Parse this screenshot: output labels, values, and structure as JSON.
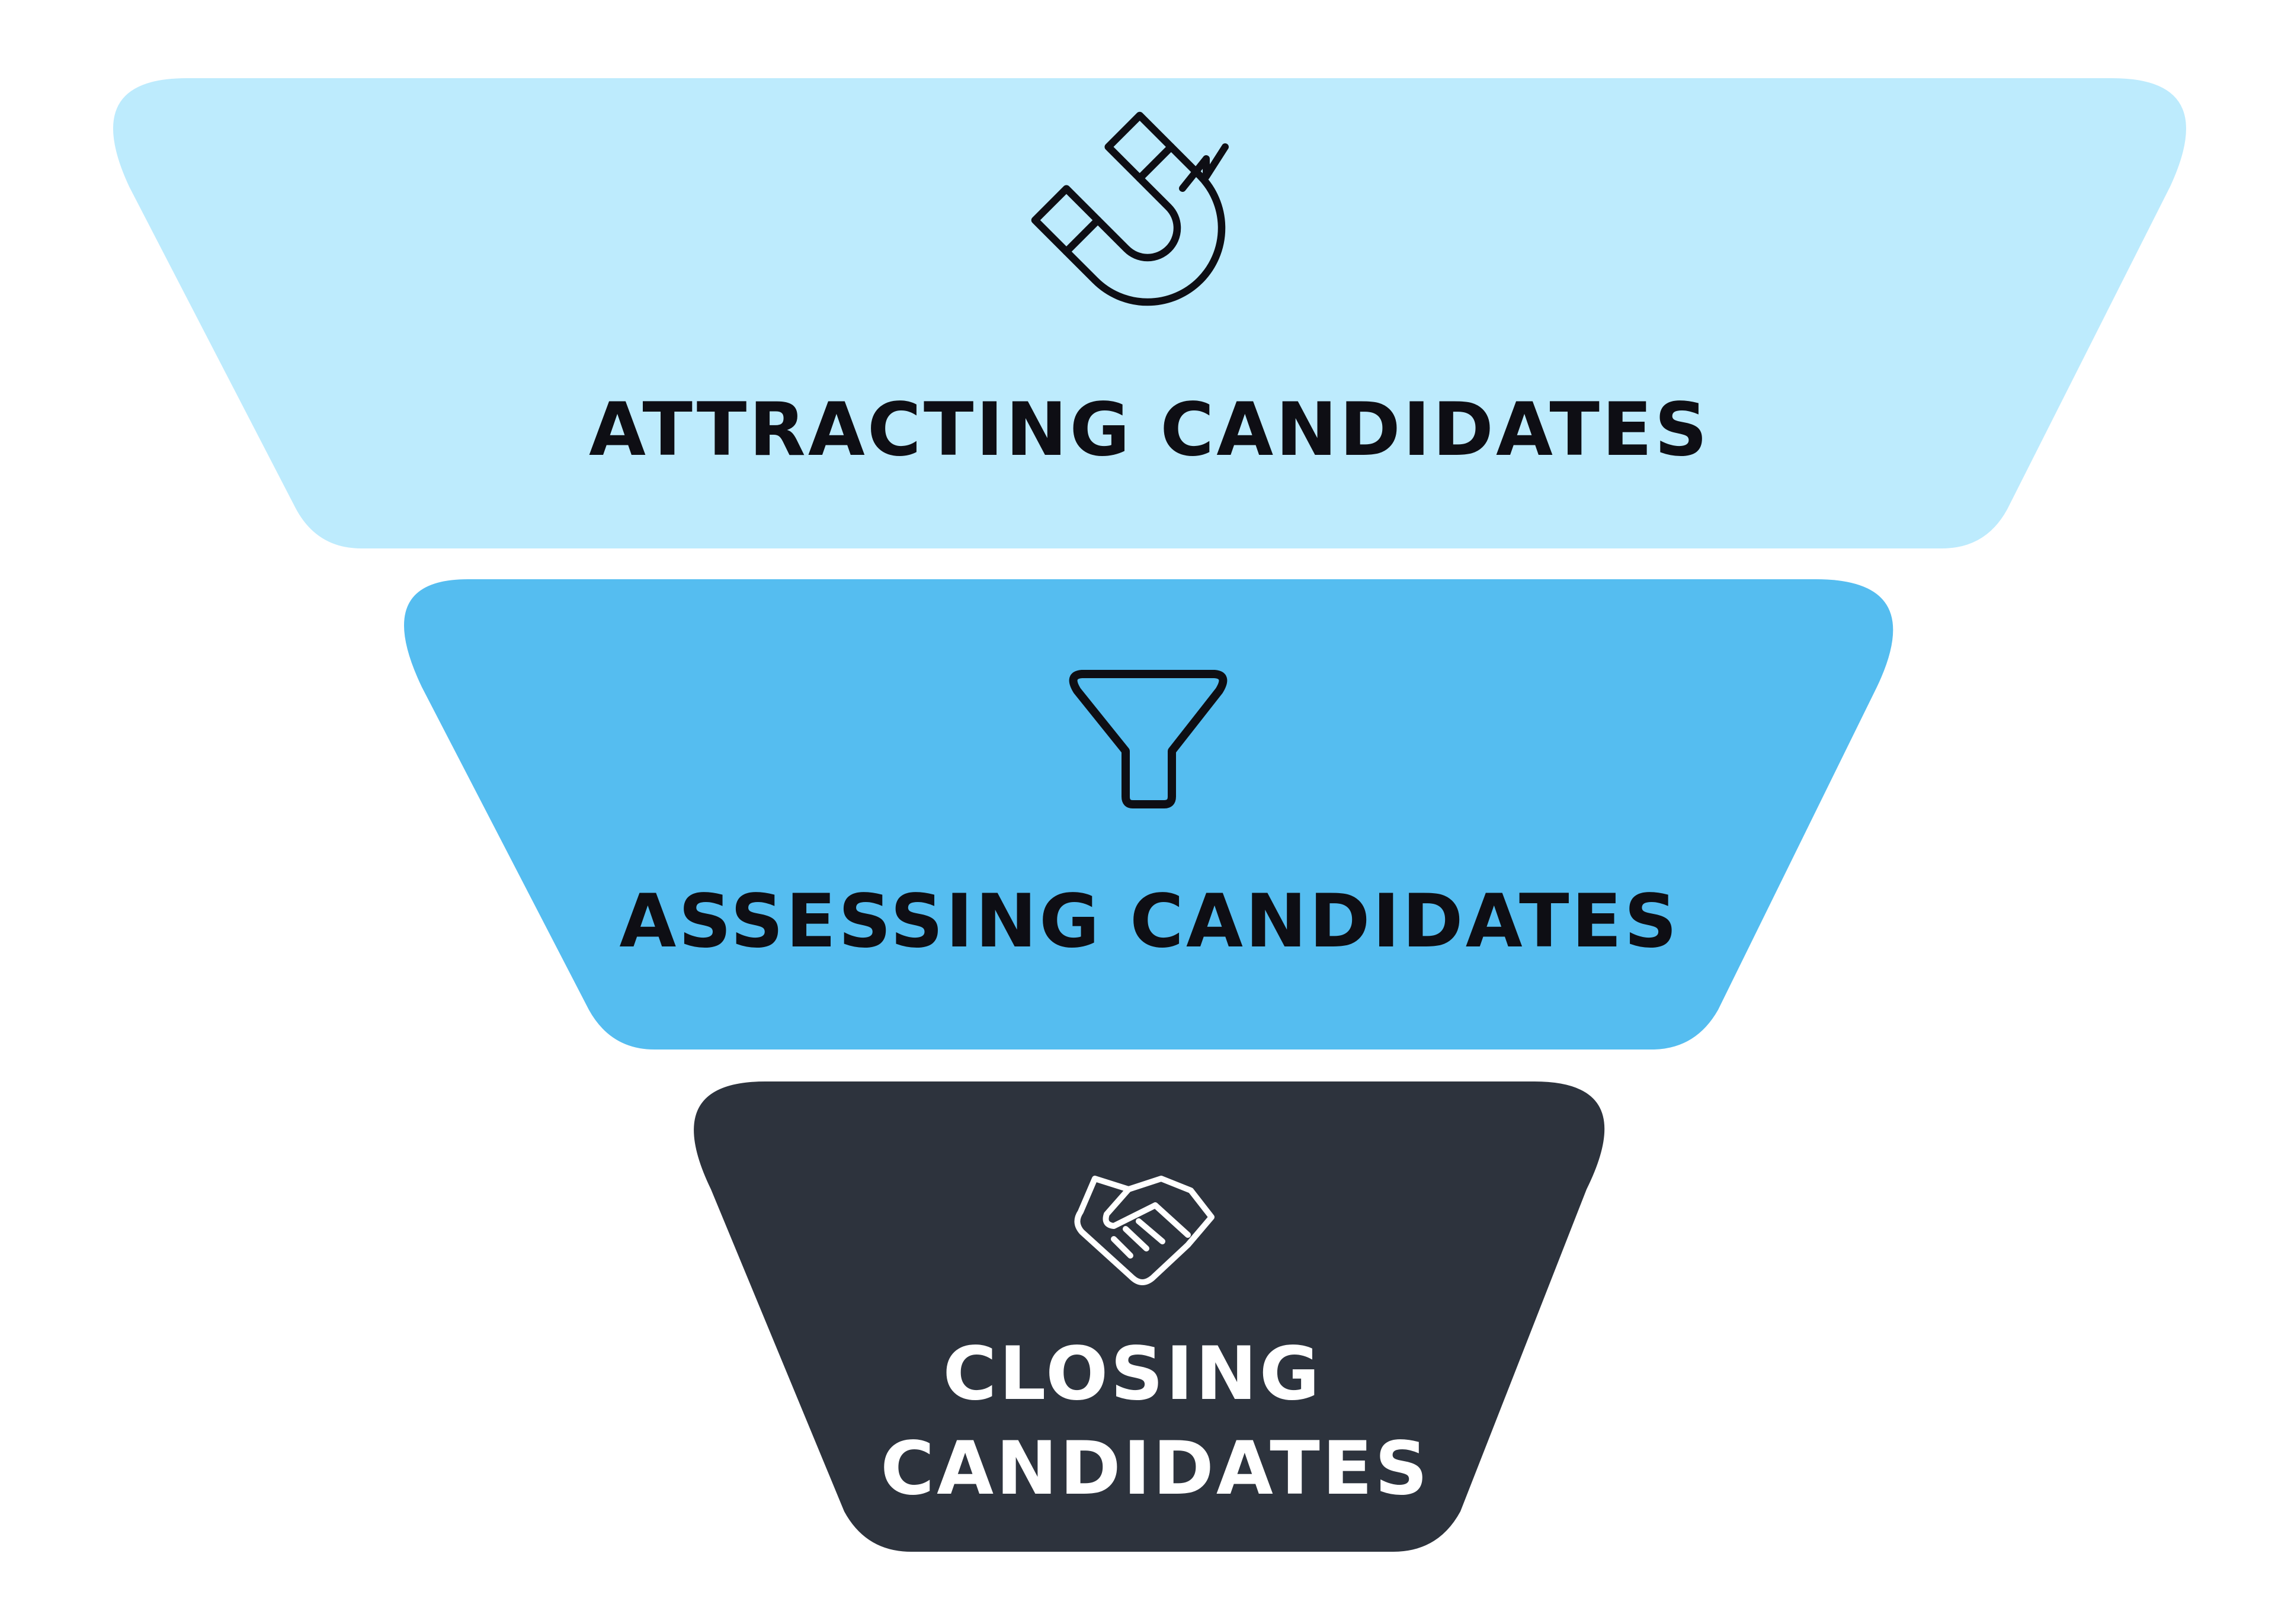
{
  "funnel": {
    "stages": [
      {
        "id": "attract",
        "icon": "magnet-icon",
        "lines": [
          "ATTRACTING CANDIDATES"
        ],
        "fill": "#BDEBFD",
        "text_color": "#0E0E14"
      },
      {
        "id": "assess",
        "icon": "funnel-filter-icon",
        "lines": [
          "ASSESSING CANDIDATES"
        ],
        "fill": "#55BDF0",
        "text_color": "#0E0E14"
      },
      {
        "id": "close",
        "icon": "handshake-icon",
        "lines": [
          "CLOSING",
          "CANDIDATES"
        ],
        "fill": "#2D333D",
        "text_color": "#FFFFFF"
      }
    ]
  }
}
